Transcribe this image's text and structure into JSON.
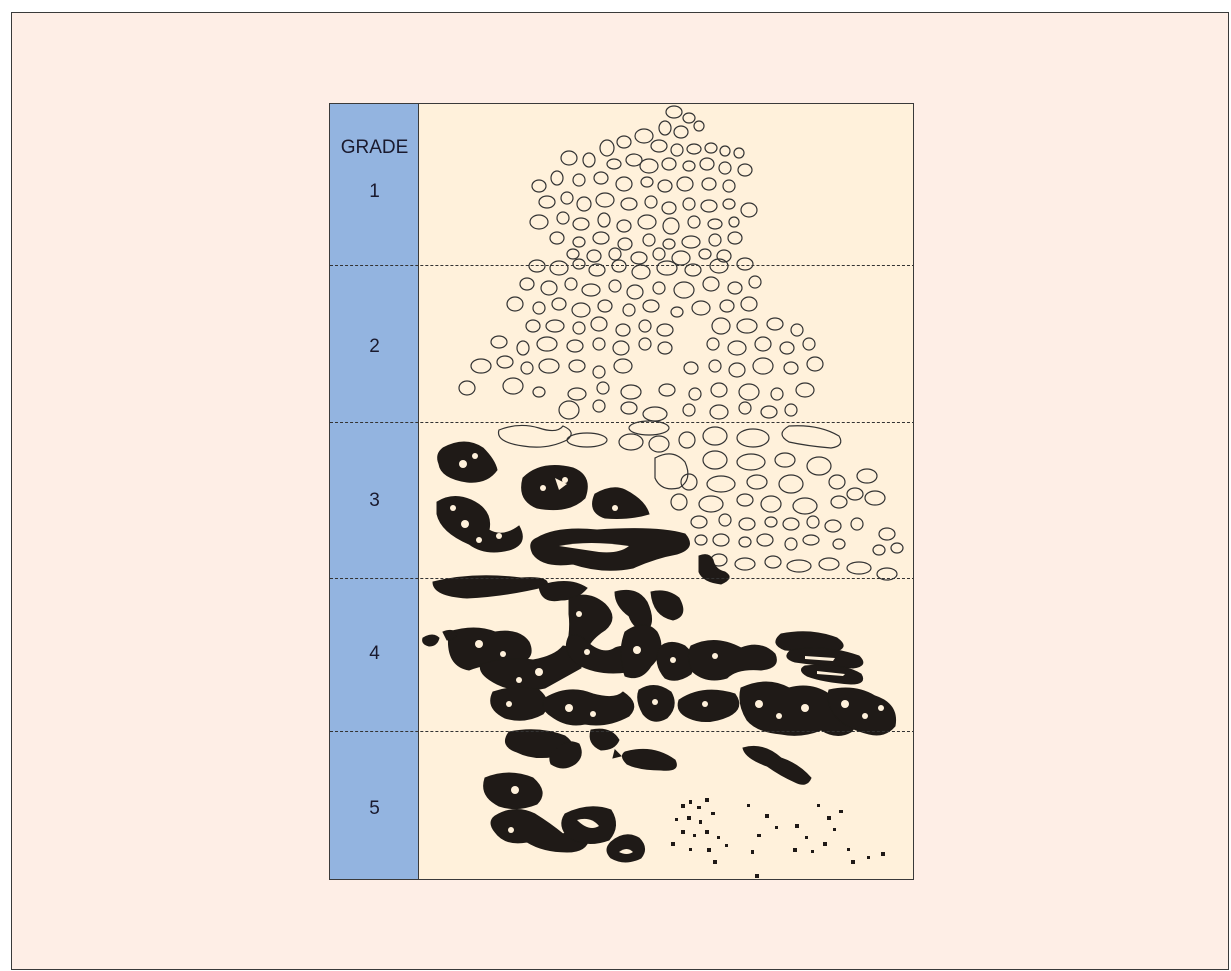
{
  "figure": {
    "header": "GRADE",
    "grades": [
      {
        "label": "1"
      },
      {
        "label": "2"
      },
      {
        "label": "3"
      },
      {
        "label": "4"
      },
      {
        "label": "5"
      }
    ]
  }
}
